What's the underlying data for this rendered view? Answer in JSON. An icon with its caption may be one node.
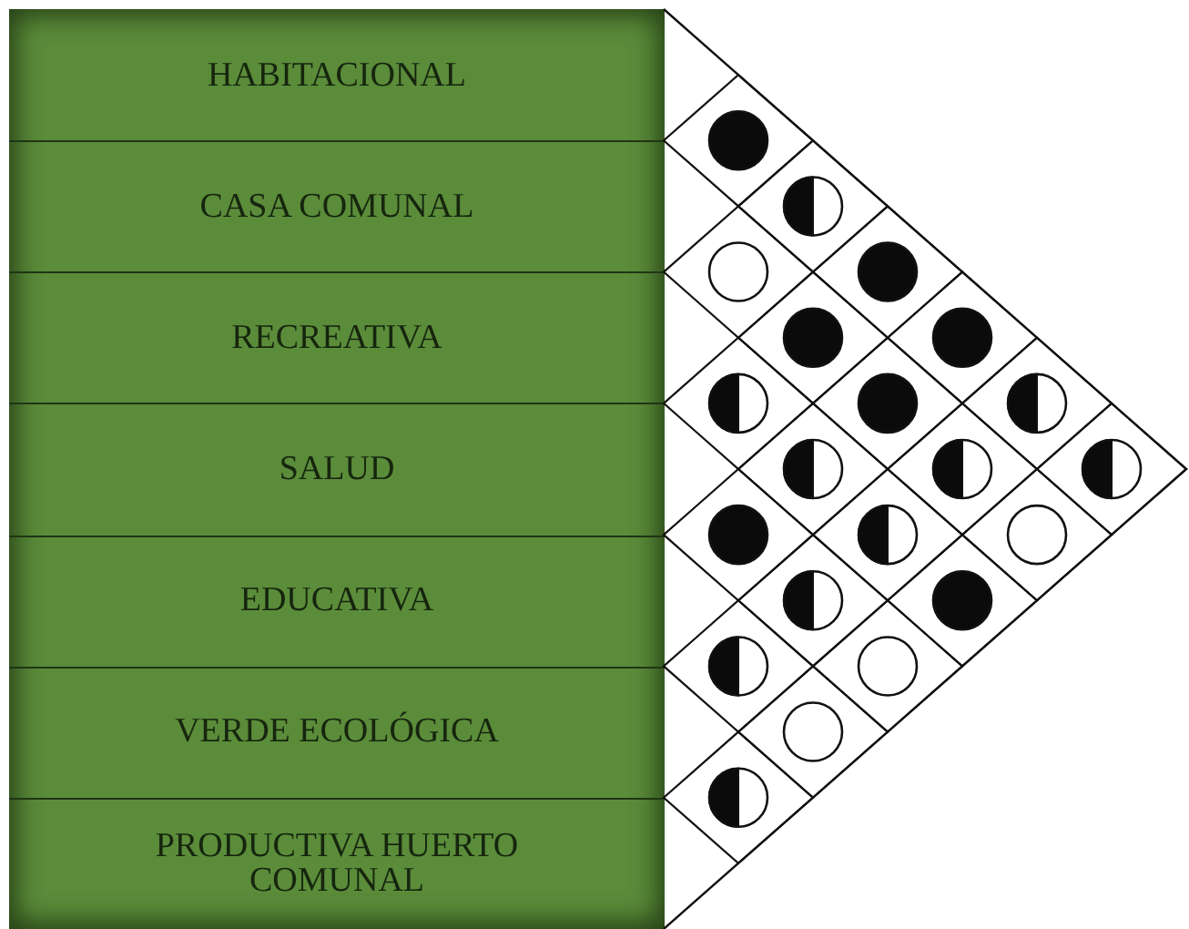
{
  "diagram": {
    "nodes": [
      {
        "text": [
          "HABITACIONAL"
        ]
      },
      {
        "text": [
          "CASA COMUNAL"
        ]
      },
      {
        "text": [
          "RECREATIVA"
        ]
      },
      {
        "text": [
          "SALUD"
        ]
      },
      {
        "text": [
          "EDUCATIVA"
        ]
      },
      {
        "text": [
          "VERDE ECOLÓGICA"
        ]
      },
      {
        "text": [
          "PRODUCTIVA HUERTO COMUNAL"
        ]
      }
    ]
  }
}
